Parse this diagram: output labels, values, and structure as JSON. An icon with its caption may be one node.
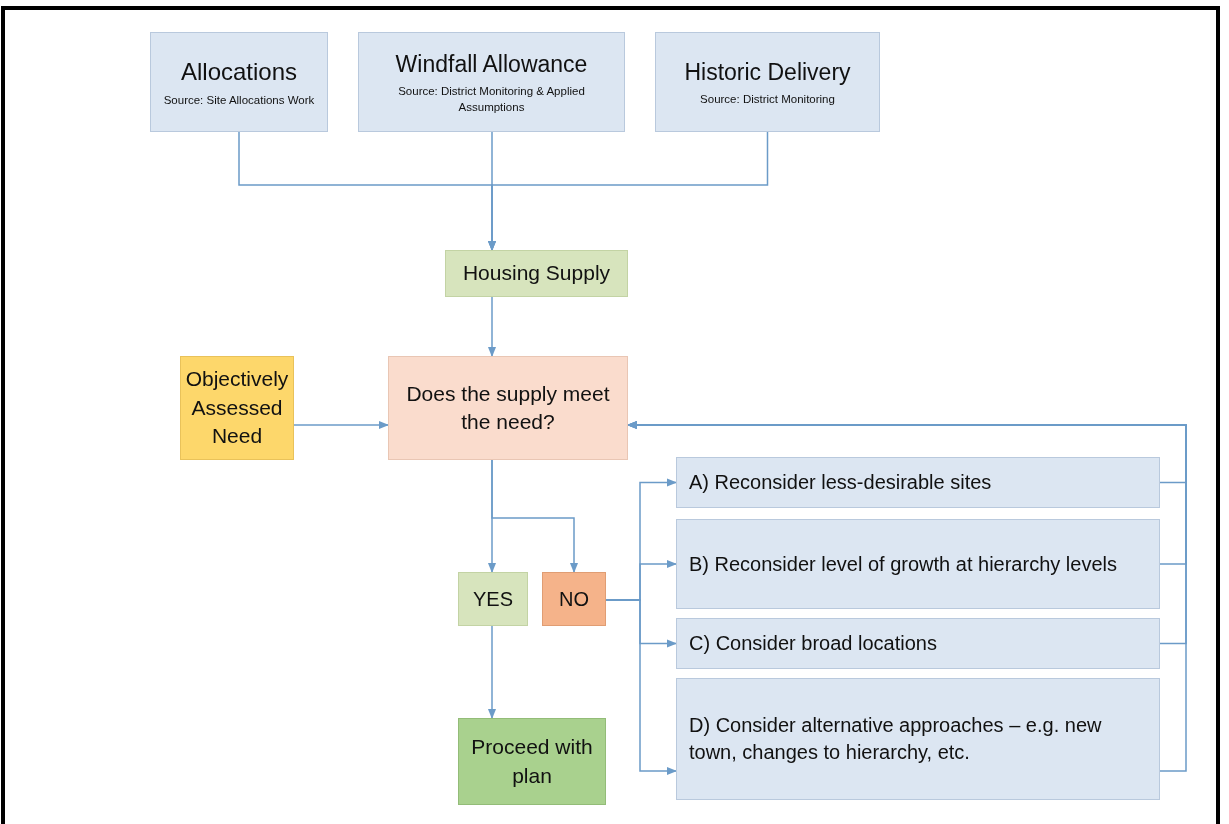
{
  "diagram": {
    "nodes": [
      {
        "text": [
          "Allocations",
          "Source: Site Allocations Work"
        ]
      },
      {
        "text": [
          "Windfall Allowance",
          "Source: District Monitoring & Applied Assumptions"
        ]
      },
      {
        "text": [
          "Historic Delivery",
          "Source: District Monitoring"
        ]
      },
      {
        "text": [
          "Housing Supply"
        ]
      },
      {
        "text": [
          "Objectively Assessed Need"
        ]
      },
      {
        "text": [
          "Does the supply meet the need?"
        ]
      },
      {
        "text": [
          "YES"
        ]
      },
      {
        "text": [
          "NO"
        ]
      },
      {
        "text": [
          "Proceed with plan"
        ]
      },
      {
        "text": [
          "A) Reconsider less-desirable sites"
        ]
      },
      {
        "text": [
          "B) Reconsider level of growth at hierarchy levels"
        ]
      },
      {
        "text": [
          "C) Consider broad locations"
        ]
      },
      {
        "text": [
          "D) Consider alternative approaches – e.g.  new town, changes to hierarchy, etc."
        ]
      }
    ],
    "edges": [
      {
        "from": 0,
        "to": 3,
        "arrow": "to"
      },
      {
        "from": 1,
        "to": 3,
        "arrow": "to"
      },
      {
        "from": 2,
        "to": 3,
        "arrow": "to"
      },
      {
        "from": 3,
        "to": 5,
        "arrow": "to"
      },
      {
        "from": 4,
        "to": 5,
        "arrow": "to"
      },
      {
        "from": 5,
        "to": 6,
        "arrow": "to"
      },
      {
        "from": 5,
        "to": 7,
        "arrow": "to"
      },
      {
        "from": 6,
        "to": 8,
        "arrow": "to"
      },
      {
        "from": 7,
        "to": 9,
        "arrow": "to"
      },
      {
        "from": 7,
        "to": 10,
        "arrow": "to"
      },
      {
        "from": 7,
        "to": 11,
        "arrow": "to"
      },
      {
        "from": 7,
        "to": 12,
        "arrow": "to"
      },
      {
        "from": 9,
        "to": 5,
        "arrow": "to"
      },
      {
        "from": 10,
        "to": 5,
        "arrow": "to"
      },
      {
        "from": 11,
        "to": 5,
        "arrow": "to"
      },
      {
        "from": 12,
        "to": 5,
        "arrow": "to"
      }
    ]
  }
}
